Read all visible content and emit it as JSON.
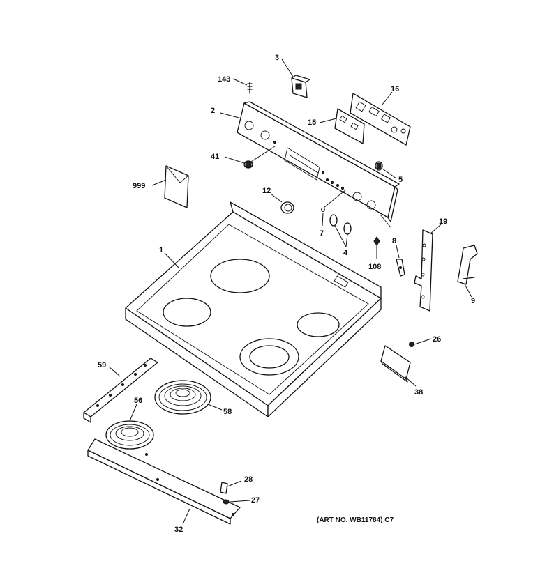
{
  "callouts": {
    "c1": "1",
    "c2": "2",
    "c3": "3",
    "c4": "4",
    "c5": "5",
    "c7": "7",
    "c8": "8",
    "c9": "9",
    "c12": "12",
    "c15": "15",
    "c16": "16",
    "c19": "19",
    "c26": "26",
    "c27": "27",
    "c28": "28",
    "c32": "32",
    "c38": "38",
    "c41": "41",
    "c56": "56",
    "c58": "58",
    "c59": "59",
    "c108": "108",
    "c143": "143",
    "c999": "999"
  },
  "art_number": "(ART NO. WB11784) C7"
}
